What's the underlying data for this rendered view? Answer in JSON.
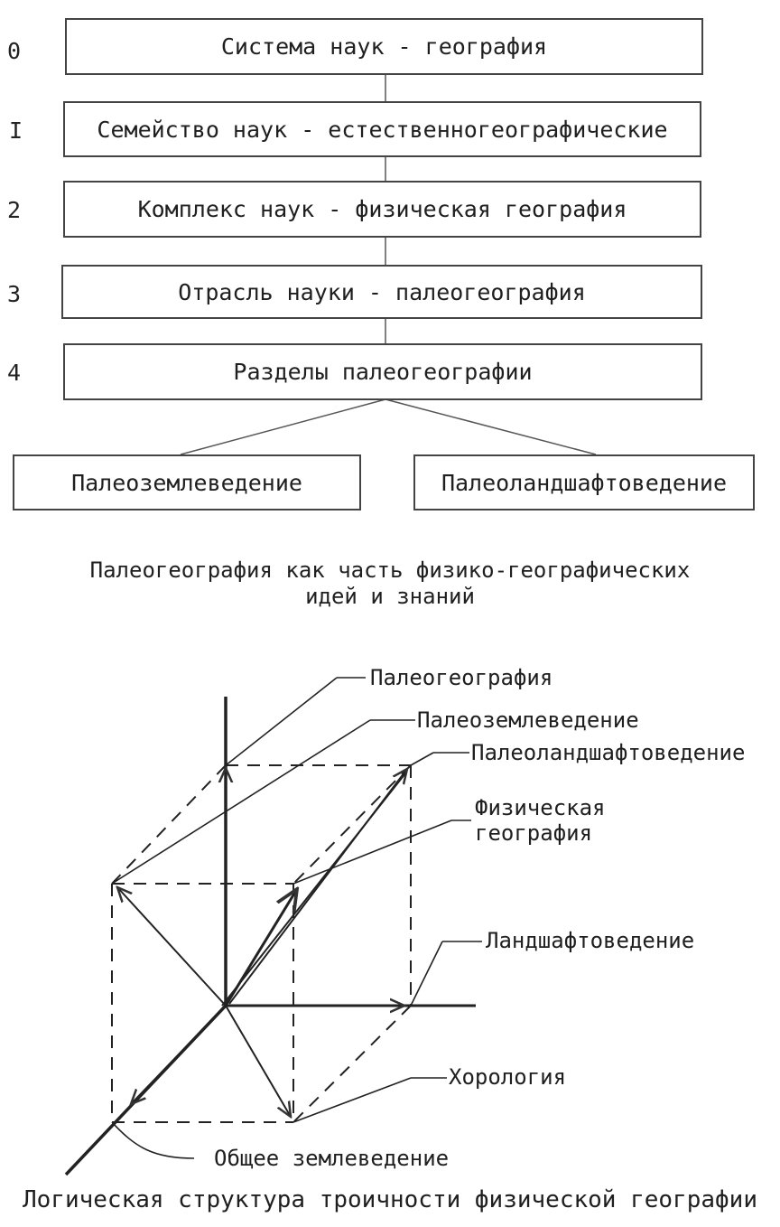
{
  "hierarchy": {
    "levels": [
      {
        "num": "0",
        "label": "Система наук - география"
      },
      {
        "num": "I",
        "label": "Семейство наук - естественногеографические"
      },
      {
        "num": "2",
        "label": "Комплекс наук - физическая география"
      },
      {
        "num": "3",
        "label": "Отрасль науки - палеогеография"
      },
      {
        "num": "4",
        "label": "Разделы палеогеографии"
      }
    ],
    "branches": [
      "Палеоземлеведение",
      "Палеоландшафтоведение"
    ],
    "caption_line1": "Палеогеография как часть физико-географических",
    "caption_line2": "идей и знаний"
  },
  "structure": {
    "labels": {
      "paleogeography": "Палеогеография",
      "paleo_earth": "Палеоземлеведение",
      "paleo_landscape": "Палеоландшафтоведение",
      "physical_geo_1": "Физическая",
      "physical_geo_2": "география",
      "landscape": "Ландшафтоведение",
      "chorology": "Хорология",
      "general_earth": "Общее землеведение"
    },
    "caption": "Логическая структура троичности физической географии"
  }
}
